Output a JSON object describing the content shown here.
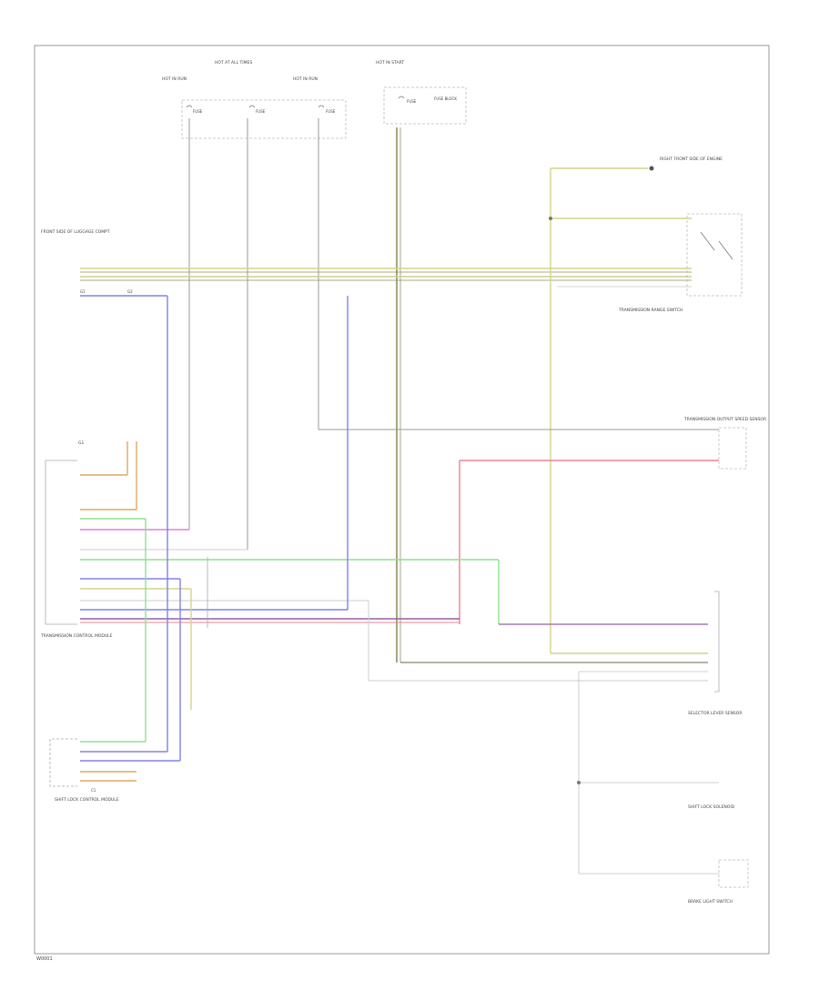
{
  "diagram": {
    "footer_code": "W0001",
    "top_labels": {
      "hot_in_run_1": "HOT IN RUN",
      "hot_at_all_times": "HOT AT ALL TIMES",
      "hot_in_run_2": "HOT IN RUN",
      "hot_in_start": "HOT IN START",
      "fuse_1": "FUSE",
      "fuse_2": "FUSE",
      "fuse_3": "FUSE",
      "fuse_4": "FUSE",
      "fuse_box_note": "FUSE BLOCK"
    },
    "left_side": {
      "upper_connector_label": "FRONT SIDE OF LUGGAGE COMPT",
      "pin_1": "G1",
      "pin_2": "G2",
      "tcm_label": "TRANSMISSION CONTROL MODULE",
      "lower_module_label": "SHIFT LOCK CONTROL MODULE",
      "lower_connector": "C1",
      "g_label": "G1"
    },
    "right_side": {
      "upper_splice_label": "RIGHT FRONT SIDE OF ENGINE",
      "switch_label": "TRANSMISSION RANGE SWITCH",
      "sensor_label": "TRANSMISSION OUTPUT SPEED SENSOR",
      "selector_label": "SELECTOR LEVER SENSOR",
      "bottom_label_1": "SHIFT LOCK SOLENOID",
      "bottom_label_2": "BRAKE LIGHT SWITCH"
    },
    "wire_colors": {
      "yellow": "#d4d48a",
      "olive": "#8f8f5a",
      "blue": "#8080f0",
      "orange": "#e0a860",
      "magenta": "#e080e0",
      "green": "#90e090",
      "pink": "#f08090",
      "purple": "#9060a0",
      "gray": "#a0a0a0"
    }
  }
}
